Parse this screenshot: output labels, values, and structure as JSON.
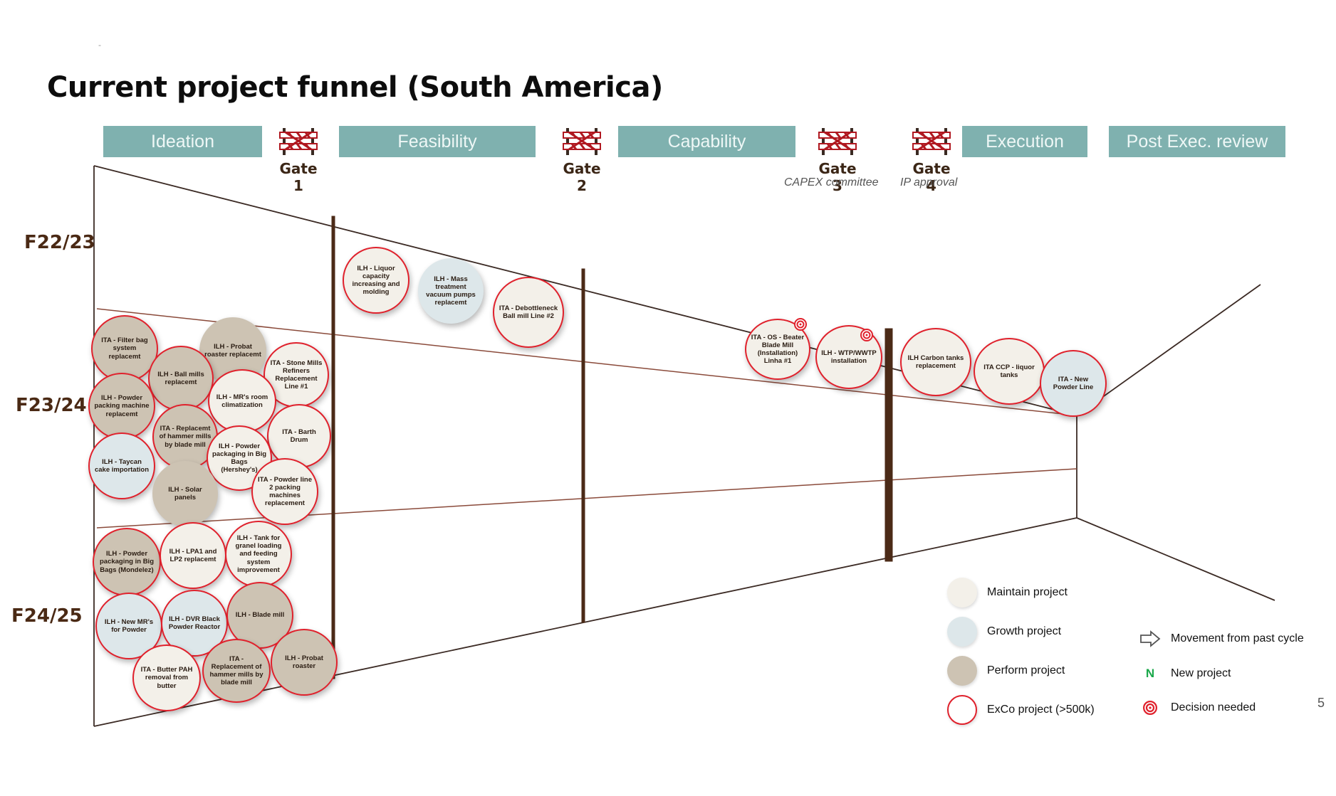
{
  "title": "Current project funnel (South America)",
  "slide_mark": "-",
  "page_number": "5",
  "stages": [
    {
      "label": "Ideation"
    },
    {
      "label": "Feasibility"
    },
    {
      "label": "Capability"
    },
    {
      "label": "Execution"
    },
    {
      "label": "Post Exec. review"
    }
  ],
  "gates": [
    {
      "label": "Gate 1",
      "sub": ""
    },
    {
      "label": "Gate 2",
      "sub": ""
    },
    {
      "label": "Gate 3",
      "sub": "CAPEX committee"
    },
    {
      "label": "Gate 4",
      "sub": "IP approval"
    }
  ],
  "years": [
    "F22/23",
    "F23/24",
    "F24/25"
  ],
  "projects": [
    {
      "label": "ILH - Liquor capacity increasing and molding",
      "type": "maintain",
      "exco": true
    },
    {
      "label": "ILH - Mass treatment vacuum pumps replacemt",
      "type": "growth",
      "exco": false
    },
    {
      "label": "ITA - Debottleneck Ball mill Line #2",
      "type": "maintain",
      "exco": true
    },
    {
      "label": "ITA - OS - Beater Blade Mill (Installation) Linha #1",
      "type": "maintain",
      "exco": true,
      "decision": true
    },
    {
      "label": "ILH - WTP/WWTP installation",
      "type": "maintain",
      "exco": true,
      "decision": true
    },
    {
      "label": "ILH Carbon tanks replacement",
      "type": "maintain",
      "exco": true
    },
    {
      "label": "ITA CCP - liquor tanks",
      "type": "maintain",
      "exco": true
    },
    {
      "label": "ITA - New Powder Line",
      "type": "growth",
      "exco": true
    },
    {
      "label": "ITA - Filter bag system replacemt",
      "type": "perform",
      "exco": true
    },
    {
      "label": "ILH - Probat roaster replacemt",
      "type": "perform",
      "exco": false
    },
    {
      "label": "ILH - Ball mills replacemt",
      "type": "perform",
      "exco": true
    },
    {
      "label": "ITA - Stone Mills Refiners Replacement Line #1",
      "type": "maintain",
      "exco": true
    },
    {
      "label": "ILH - Powder packing machine replacemt",
      "type": "perform",
      "exco": true
    },
    {
      "label": "ILH - MR's room climatization",
      "type": "maintain",
      "exco": true
    },
    {
      "label": "ITA - Replacemt of hammer mills by blade mill",
      "type": "perform",
      "exco": true
    },
    {
      "label": "ITA - Barth Drum",
      "type": "maintain",
      "exco": true
    },
    {
      "label": "ILH - Powder packaging in Big Bags (Hershey's)",
      "type": "maintain",
      "exco": true
    },
    {
      "label": "ILH - Taycan cake importation",
      "type": "growth",
      "exco": true
    },
    {
      "label": "ILH - Solar panels",
      "type": "perform",
      "exco": false
    },
    {
      "label": "ITA - Powder line 2 packing machines replacement",
      "type": "maintain",
      "exco": true
    },
    {
      "label": "ILH - Powder packaging in Big Bags (Mondelez)",
      "type": "perform",
      "exco": true
    },
    {
      "label": "ILH - LPA1 and LP2 replacemt",
      "type": "maintain",
      "exco": true
    },
    {
      "label": "ILH - Tank for granel loading and feeding system improvement",
      "type": "maintain",
      "exco": true
    },
    {
      "label": "ILH - New MR's for Powder",
      "type": "growth",
      "exco": true
    },
    {
      "label": "ILH - DVR Black Powder Reactor",
      "type": "growth",
      "exco": true
    },
    {
      "label": "ILH - Blade mill",
      "type": "perform",
      "exco": true
    },
    {
      "label": "ITA - Butter PAH removal from butter",
      "type": "maintain",
      "exco": true
    },
    {
      "label": "ITA - Replacement of hammer mills by blade mill",
      "type": "perform",
      "exco": true
    },
    {
      "label": "ILH - Probat roaster",
      "type": "perform",
      "exco": true
    }
  ],
  "legend": {
    "maintain": "Maintain project",
    "growth": "Growth project",
    "perform": "Perform project",
    "exco": "ExCo project (>500k)",
    "movement": "Movement from past cycle",
    "new_symbol": "N",
    "new": "New project",
    "decision": "Decision needed"
  },
  "colors": {
    "stage_bar": "#7fb1af",
    "maintain": "#f3f0e9",
    "growth": "#dde7ea",
    "perform": "#cdc3b3",
    "exco_border": "#e0212c",
    "gate_post": "#4b2a17",
    "new_symbol": "#1aa84a"
  }
}
